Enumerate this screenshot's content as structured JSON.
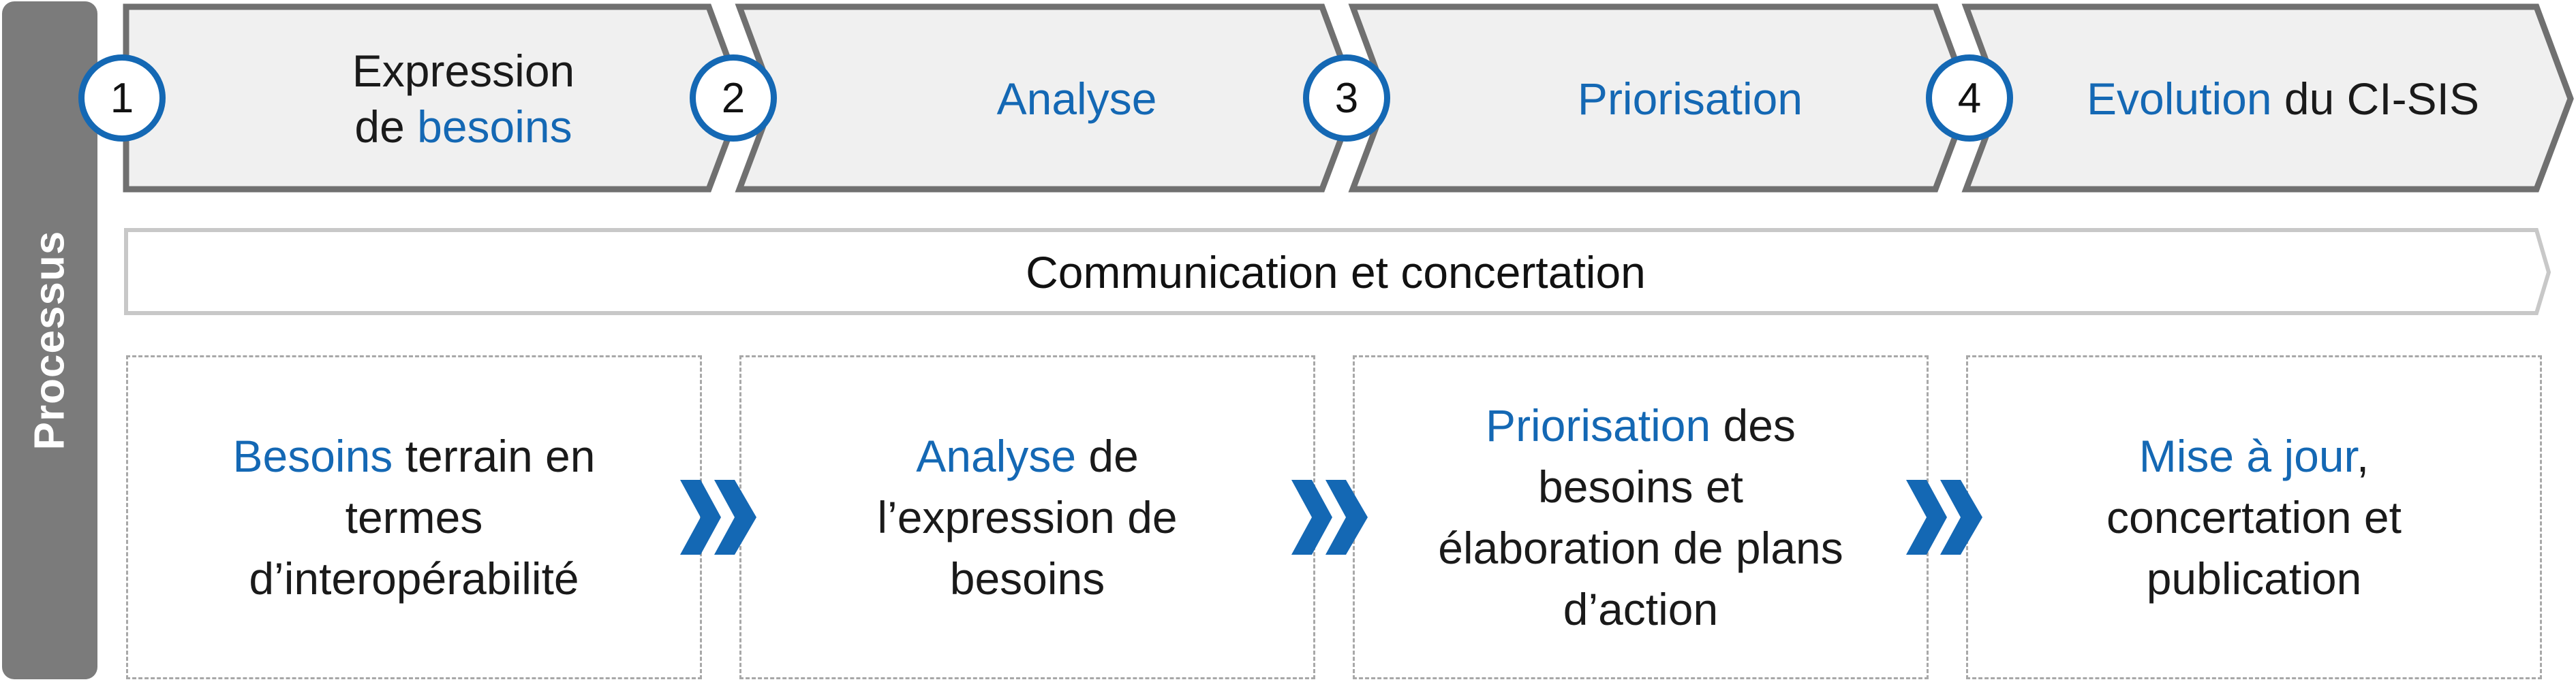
{
  "sidebar": {
    "label": "Processus"
  },
  "steps": [
    {
      "number": "1",
      "lines": [
        [
          {
            "t": "Expression",
            "blue": false
          }
        ],
        [
          {
            "t": "de ",
            "blue": false
          },
          {
            "t": "besoins",
            "blue": true
          }
        ]
      ]
    },
    {
      "number": "2",
      "lines": [
        [
          {
            "t": "Analyse",
            "blue": true
          }
        ]
      ]
    },
    {
      "number": "3",
      "lines": [
        [
          {
            "t": "Priorisation",
            "blue": true
          }
        ]
      ]
    },
    {
      "number": "4",
      "lines": [
        [
          {
            "t": "Evolution",
            "blue": true
          },
          {
            "t": " du CI-SIS",
            "blue": false
          }
        ]
      ]
    }
  ],
  "communication": {
    "label": "Communication et concertation"
  },
  "details": [
    {
      "lines": [
        [
          {
            "t": "Besoins",
            "blue": true
          },
          {
            "t": " terrain en",
            "blue": false
          }
        ],
        [
          {
            "t": "termes",
            "blue": false
          }
        ],
        [
          {
            "t": "d’interopérabilité",
            "blue": false
          }
        ]
      ]
    },
    {
      "lines": [
        [
          {
            "t": "Analyse",
            "blue": true
          },
          {
            "t": " de",
            "blue": false
          }
        ],
        [
          {
            "t": "l’expression de",
            "blue": false
          }
        ],
        [
          {
            "t": "besoins",
            "blue": false
          }
        ]
      ]
    },
    {
      "lines": [
        [
          {
            "t": "Priorisation",
            "blue": true
          },
          {
            "t": " des",
            "blue": false
          }
        ],
        [
          {
            "t": "besoins et",
            "blue": false
          }
        ],
        [
          {
            "t": "élaboration de plans",
            "blue": false
          }
        ],
        [
          {
            "t": "d’action",
            "blue": false
          }
        ]
      ]
    },
    {
      "lines": [
        [
          {
            "t": "Mise à jour",
            "blue": true
          },
          {
            "t": ",",
            "blue": false
          }
        ],
        [
          {
            "t": "concertation et",
            "blue": false
          }
        ],
        [
          {
            "t": "publication",
            "blue": false
          }
        ]
      ]
    }
  ],
  "colors": {
    "accent": "#1468b4",
    "sidebar": "#7b7b7b",
    "arrow_fill": "#f0f0f0",
    "arrow_stroke": "#707070"
  },
  "icons": {
    "connector": "double-chevron-right-icon"
  }
}
